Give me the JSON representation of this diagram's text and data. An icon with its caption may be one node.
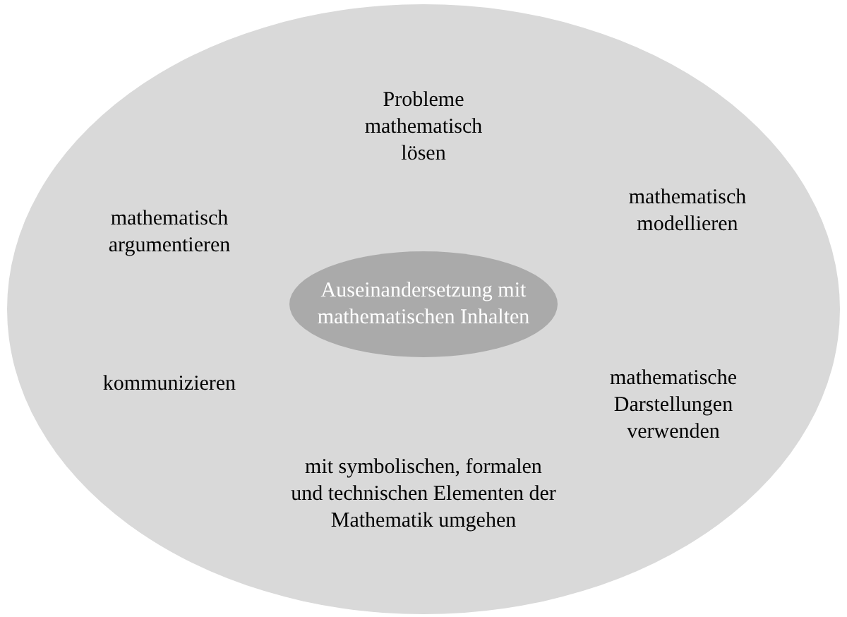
{
  "diagram": {
    "nodes": [
      {
        "text": [],
        "shape": "ellipse"
      },
      {
        "text": [
          "Probleme mathematisch lösen"
        ],
        "in": 0
      },
      {
        "text": [
          "mathematisch argumentieren"
        ],
        "in": 0
      },
      {
        "text": [
          "mathematisch modellieren"
        ],
        "in": 0
      },
      {
        "text": [
          "Auseinandersetzung mit mathematischen Inhalten"
        ],
        "in": 0
      },
      {
        "text": [
          "kommunizieren"
        ],
        "in": 0
      },
      {
        "text": [
          "mathematische Darstellungen verwenden"
        ],
        "in": 0
      },
      {
        "text": [
          "mit symbolischen, formalen und technischen Elementen der Mathematik umgehen"
        ],
        "in": 0
      }
    ],
    "edges": []
  }
}
